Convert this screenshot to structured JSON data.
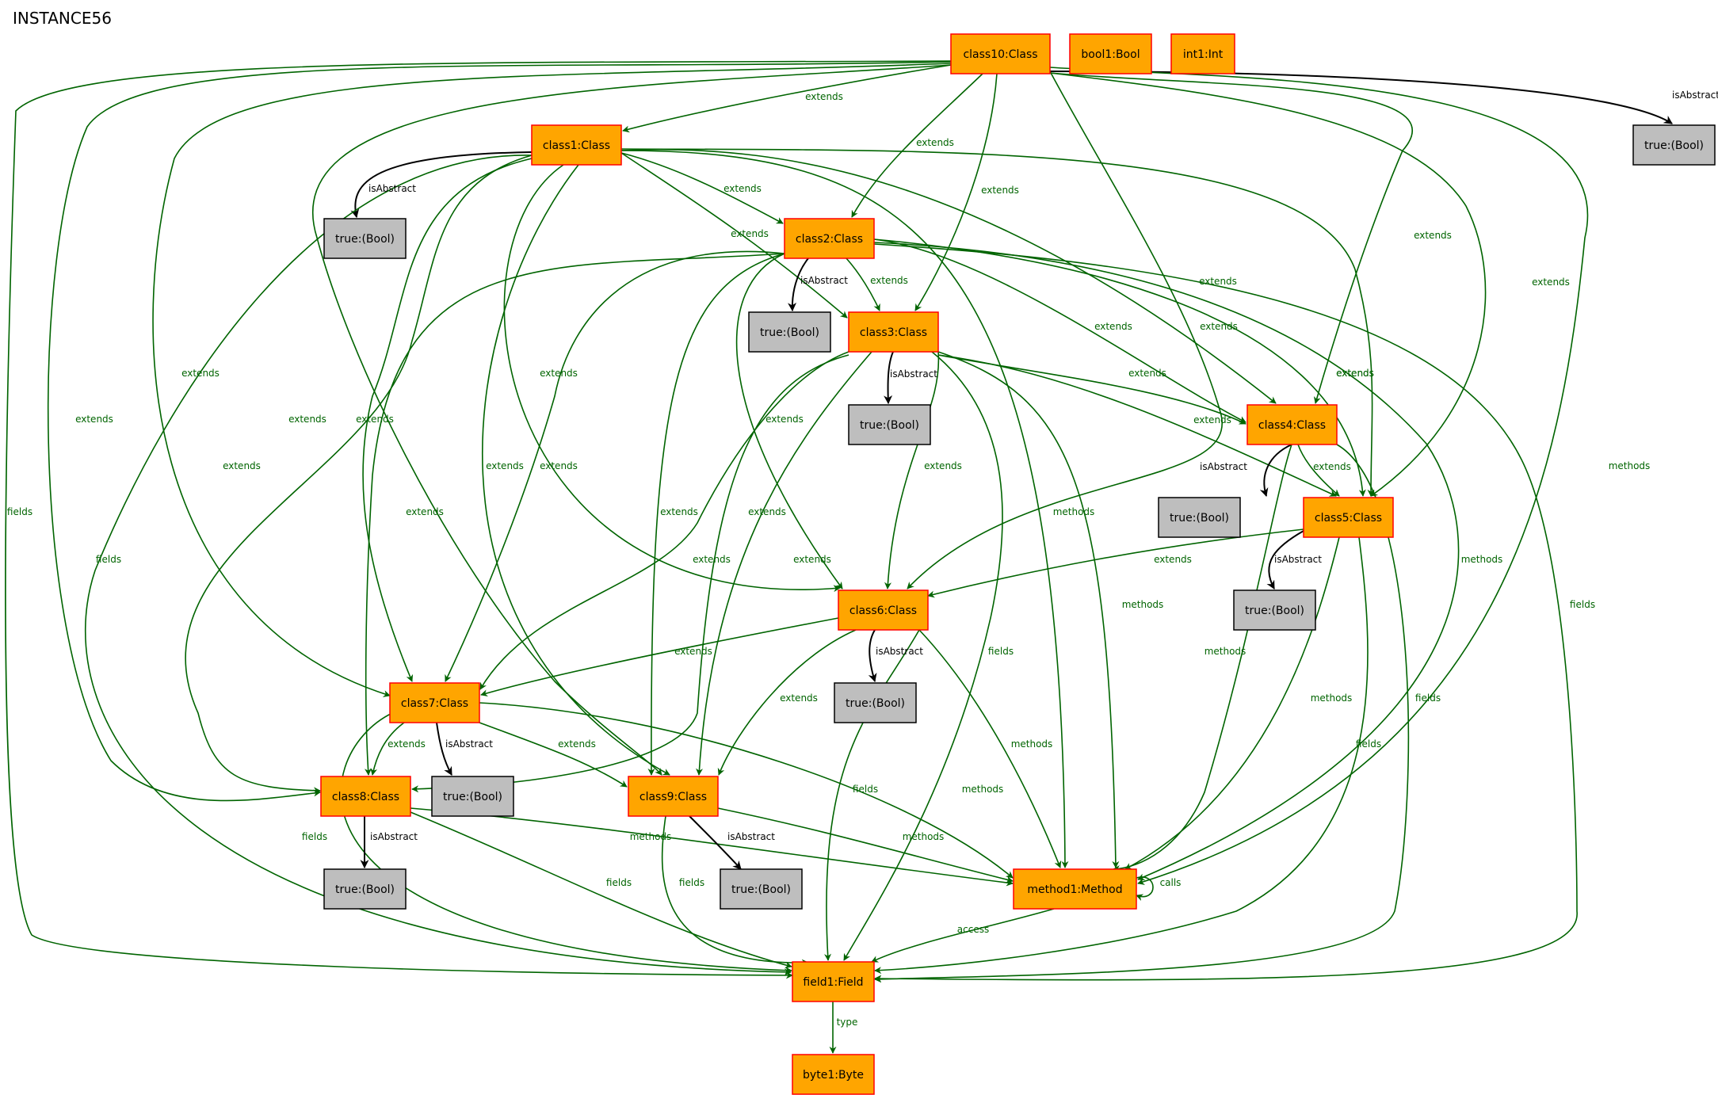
{
  "title": "INSTANCE56",
  "colors": {
    "object_fill": "#FFA500",
    "object_border": "#FF0000",
    "value_fill": "#BEBEBE",
    "value_border": "#000000",
    "edge_green": "#006400",
    "edge_black": "#000000"
  },
  "nodes": [
    {
      "id": "class10",
      "label": "class10:Class",
      "kind": "object"
    },
    {
      "id": "bool1",
      "label": "bool1:Bool",
      "kind": "object"
    },
    {
      "id": "int1",
      "label": "int1:Int",
      "kind": "object"
    },
    {
      "id": "t10",
      "label": "true:(Bool)",
      "kind": "value"
    },
    {
      "id": "class1",
      "label": "class1:Class",
      "kind": "object"
    },
    {
      "id": "t1",
      "label": "true:(Bool)",
      "kind": "value"
    },
    {
      "id": "class2",
      "label": "class2:Class",
      "kind": "object"
    },
    {
      "id": "t2",
      "label": "true:(Bool)",
      "kind": "value"
    },
    {
      "id": "class3",
      "label": "class3:Class",
      "kind": "object"
    },
    {
      "id": "t3",
      "label": "true:(Bool)",
      "kind": "value"
    },
    {
      "id": "class4",
      "label": "class4:Class",
      "kind": "object"
    },
    {
      "id": "t4",
      "label": "true:(Bool)",
      "kind": "value"
    },
    {
      "id": "class5",
      "label": "class5:Class",
      "kind": "object"
    },
    {
      "id": "t5",
      "label": "true:(Bool)",
      "kind": "value"
    },
    {
      "id": "class6",
      "label": "class6:Class",
      "kind": "object"
    },
    {
      "id": "t6",
      "label": "true:(Bool)",
      "kind": "value"
    },
    {
      "id": "class7",
      "label": "class7:Class",
      "kind": "object"
    },
    {
      "id": "t7",
      "label": "true:(Bool)",
      "kind": "value"
    },
    {
      "id": "class8",
      "label": "class8:Class",
      "kind": "object"
    },
    {
      "id": "class9",
      "label": "class9:Class",
      "kind": "object"
    },
    {
      "id": "t8",
      "label": "true:(Bool)",
      "kind": "value"
    },
    {
      "id": "t9",
      "label": "true:(Bool)",
      "kind": "value"
    },
    {
      "id": "method1",
      "label": "method1:Method",
      "kind": "object"
    },
    {
      "id": "field1",
      "label": "field1:Field",
      "kind": "object"
    },
    {
      "id": "byte1",
      "label": "byte1:Byte",
      "kind": "object"
    }
  ],
  "edges": [
    {
      "from": "class10",
      "to": "class1",
      "label": "extends"
    },
    {
      "from": "class10",
      "to": "class2",
      "label": "extends"
    },
    {
      "from": "class10",
      "to": "class3",
      "label": "extends"
    },
    {
      "from": "class10",
      "to": "class4",
      "label": "extends"
    },
    {
      "from": "class10",
      "to": "class5",
      "label": "extends"
    },
    {
      "from": "class10",
      "to": "class6",
      "label": "extends"
    },
    {
      "from": "class10",
      "to": "class7",
      "label": "extends"
    },
    {
      "from": "class10",
      "to": "class8",
      "label": "extends"
    },
    {
      "from": "class10",
      "to": "class9",
      "label": "extends"
    },
    {
      "from": "class10",
      "to": "t10",
      "label": "isAbstract"
    },
    {
      "from": "class10",
      "to": "method1",
      "label": "methods"
    },
    {
      "from": "class10",
      "to": "field1",
      "label": "fields"
    },
    {
      "from": "class1",
      "to": "t1",
      "label": "isAbstract"
    },
    {
      "from": "class1",
      "to": "class2",
      "label": "extends"
    },
    {
      "from": "class1",
      "to": "class3",
      "label": "extends"
    },
    {
      "from": "class1",
      "to": "class4",
      "label": "extends"
    },
    {
      "from": "class1",
      "to": "class5",
      "label": "extends"
    },
    {
      "from": "class1",
      "to": "class6",
      "label": "extends"
    },
    {
      "from": "class1",
      "to": "class7",
      "label": "extends"
    },
    {
      "from": "class1",
      "to": "class8",
      "label": "extends"
    },
    {
      "from": "class1",
      "to": "class9",
      "label": "extends"
    },
    {
      "from": "class1",
      "to": "method1",
      "label": "methods"
    },
    {
      "from": "class1",
      "to": "field1",
      "label": "fields"
    },
    {
      "from": "class2",
      "to": "t2",
      "label": "isAbstract"
    },
    {
      "from": "class2",
      "to": "class3",
      "label": "extends"
    },
    {
      "from": "class2",
      "to": "class4",
      "label": "extends"
    },
    {
      "from": "class2",
      "to": "class5",
      "label": "extends"
    },
    {
      "from": "class2",
      "to": "class6",
      "label": "extends"
    },
    {
      "from": "class2",
      "to": "class7",
      "label": "extends"
    },
    {
      "from": "class2",
      "to": "class8",
      "label": "extends"
    },
    {
      "from": "class2",
      "to": "class9",
      "label": "extends"
    },
    {
      "from": "class2",
      "to": "method1",
      "label": "methods"
    },
    {
      "from": "class2",
      "to": "field1",
      "label": "fields"
    },
    {
      "from": "class3",
      "to": "t3",
      "label": "isAbstract"
    },
    {
      "from": "class3",
      "to": "class4",
      "label": "extends"
    },
    {
      "from": "class3",
      "to": "class5",
      "label": "extends"
    },
    {
      "from": "class3",
      "to": "class6",
      "label": "extends"
    },
    {
      "from": "class3",
      "to": "class7",
      "label": "extends"
    },
    {
      "from": "class3",
      "to": "class8",
      "label": "extends"
    },
    {
      "from": "class3",
      "to": "class9",
      "label": "extends"
    },
    {
      "from": "class3",
      "to": "method1",
      "label": "methods"
    },
    {
      "from": "class3",
      "to": "field1",
      "label": "fields"
    },
    {
      "from": "class4",
      "to": "t4",
      "label": "isAbstract"
    },
    {
      "from": "class4",
      "to": "class5",
      "label": "extends"
    },
    {
      "from": "class4",
      "to": "method1",
      "label": "methods"
    },
    {
      "from": "class4",
      "to": "field1",
      "label": "fields"
    },
    {
      "from": "class5",
      "to": "t5",
      "label": "isAbstract"
    },
    {
      "from": "class5",
      "to": "class6",
      "label": "extends"
    },
    {
      "from": "class5",
      "to": "method1",
      "label": "methods"
    },
    {
      "from": "class5",
      "to": "field1",
      "label": "fields"
    },
    {
      "from": "class6",
      "to": "t6",
      "label": "isAbstract"
    },
    {
      "from": "class6",
      "to": "class7",
      "label": "extends"
    },
    {
      "from": "class6",
      "to": "class9",
      "label": "extends"
    },
    {
      "from": "class6",
      "to": "method1",
      "label": "methods"
    },
    {
      "from": "class6",
      "to": "field1",
      "label": "fields"
    },
    {
      "from": "class7",
      "to": "t7",
      "label": "isAbstract"
    },
    {
      "from": "class7",
      "to": "class8",
      "label": "extends"
    },
    {
      "from": "class7",
      "to": "class9",
      "label": "extends"
    },
    {
      "from": "class7",
      "to": "method1",
      "label": "methods"
    },
    {
      "from": "class7",
      "to": "field1",
      "label": "fields"
    },
    {
      "from": "class8",
      "to": "t8",
      "label": "isAbstract"
    },
    {
      "from": "class8",
      "to": "method1",
      "label": "methods"
    },
    {
      "from": "class8",
      "to": "field1",
      "label": "fields"
    },
    {
      "from": "class9",
      "to": "t9",
      "label": "isAbstract"
    },
    {
      "from": "class9",
      "to": "method1",
      "label": "methods"
    },
    {
      "from": "class9",
      "to": "field1",
      "label": "fields"
    },
    {
      "from": "method1",
      "to": "method1",
      "label": "calls"
    },
    {
      "from": "method1",
      "to": "field1",
      "label": "access"
    },
    {
      "from": "field1",
      "to": "byte1",
      "label": "type"
    }
  ]
}
